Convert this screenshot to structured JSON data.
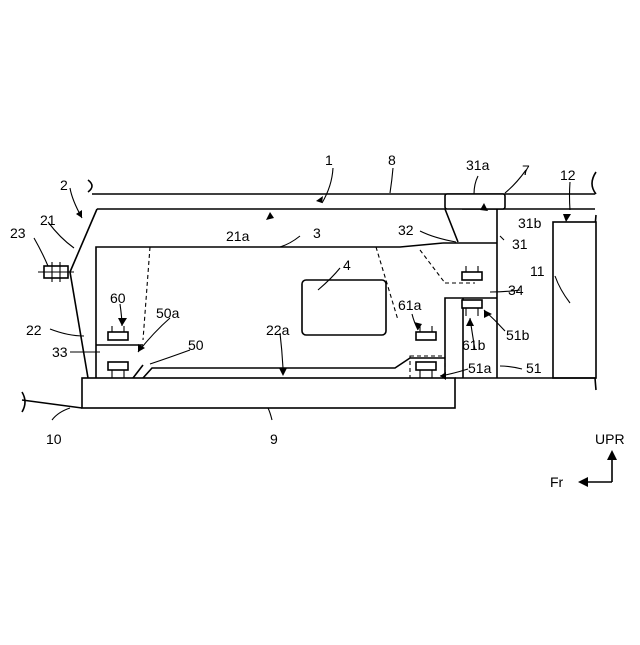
{
  "labels": {
    "l1": "1",
    "l2": "2",
    "l3": "3",
    "l4": "4",
    "l7": "7",
    "l8": "8",
    "l9": "9",
    "l10": "10",
    "l11": "11",
    "l12": "12",
    "l21": "21",
    "l21a": "21a",
    "l22": "22",
    "l22a": "22a",
    "l23": "23",
    "l31": "31",
    "l31a": "31a",
    "l31b": "31b",
    "l32": "32",
    "l33": "33",
    "l34": "34",
    "l50": "50",
    "l50a": "50a",
    "l51": "51",
    "l51a": "51a",
    "l51b": "51b",
    "l60": "60",
    "l61a": "61a",
    "l61b": "61b"
  },
  "axes": {
    "up": "UPR",
    "front": "Fr"
  }
}
